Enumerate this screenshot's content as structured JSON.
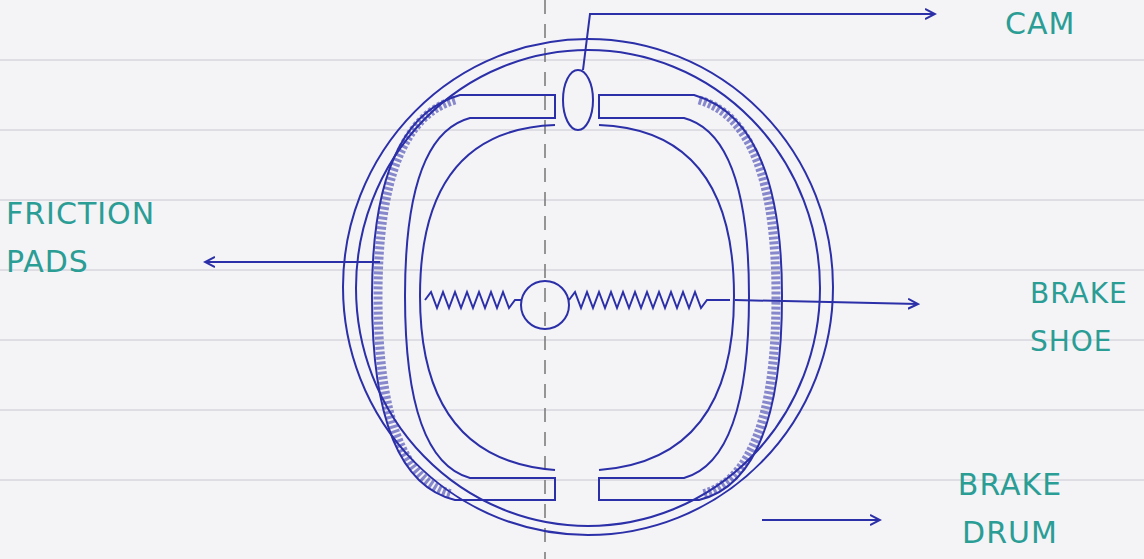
{
  "diagram": {
    "labels": [
      "CAM",
      "FRICTION PADS",
      "BRAKE SHOE",
      "BRAKE DRUM"
    ]
  }
}
